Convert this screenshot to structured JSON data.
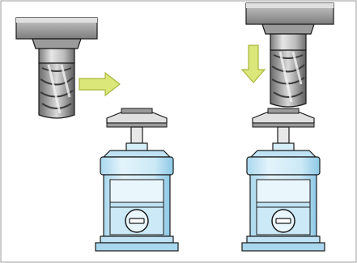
{
  "colors": {
    "background": "#ffffff",
    "panel_border": "#9a9a9a",
    "outline": "#1a1a1a",
    "spindle_dark": "#7f7f7f",
    "spindle_mid": "#b3b3b3",
    "spindle_light": "#d9d9d9",
    "tool_gray": "#c8c8c8",
    "tool_shadow": "#8a8a8a",
    "arrow_fill": "#dce77a",
    "arrow_stroke": "#a8b63a",
    "gauge_body": "#d6eef8",
    "gauge_body_shade": "#a9d7ee",
    "gauge_base": "#bfe3f5",
    "gauge_window": "#e9f6fc"
  },
  "steps": [
    {
      "id": "step-1",
      "action": "move-right"
    },
    {
      "id": "step-2",
      "action": "move-down"
    }
  ]
}
